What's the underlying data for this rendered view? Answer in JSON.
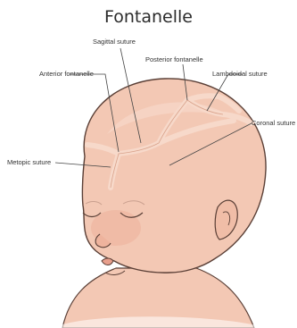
{
  "title": "Fontanelle",
  "labels": {
    "sagittal": "Sagittal suture",
    "posterior": "Posterior fontanelle",
    "anterior": "Anterior fontanelle",
    "lambdoidal": "Lambdoidal suture",
    "coronal": "Coronal suture",
    "metopic": "Metopic suture"
  },
  "colors": {
    "skin": "#f3c8b4",
    "skin_shadow": "#e6a992",
    "outline": "#5a3f36",
    "suture": "#f7d9ca",
    "leader_line": "#444444"
  }
}
